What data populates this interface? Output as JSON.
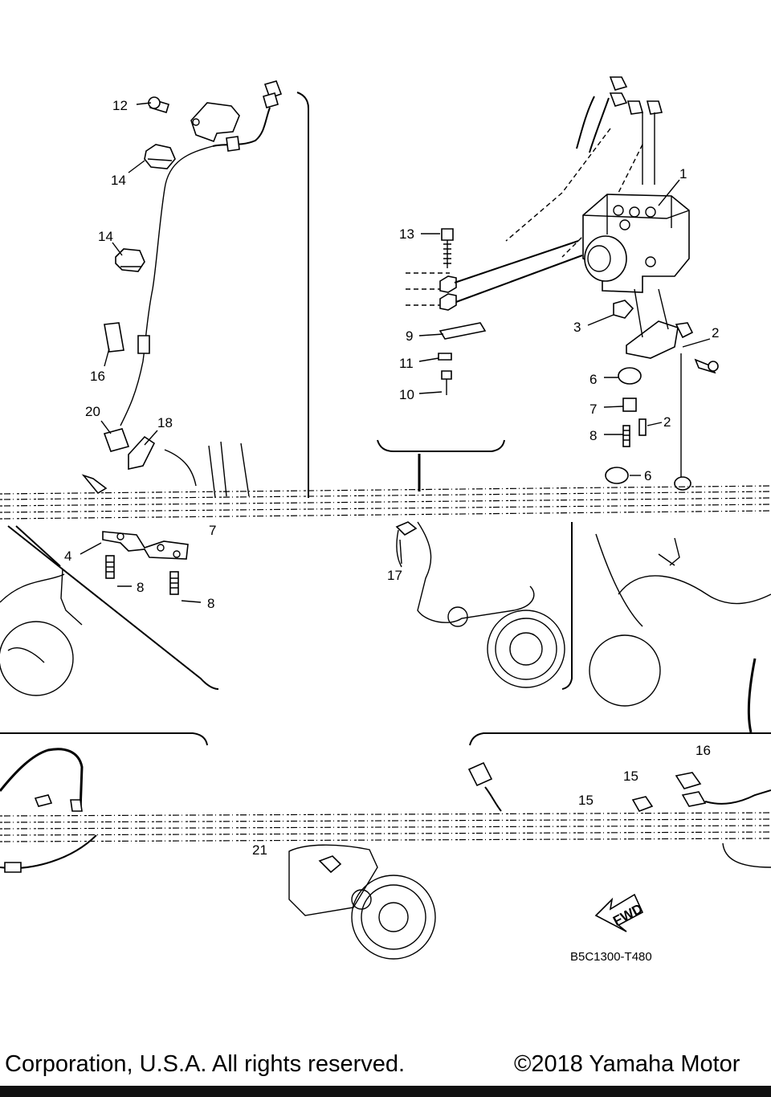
{
  "callouts": {
    "c1": "1",
    "c2a": "2",
    "c2b": "2",
    "c3": "3",
    "c4": "4",
    "c6a": "6",
    "c6b": "6",
    "c7a": "7",
    "c7b": "7",
    "c8a": "8",
    "c8b": "8",
    "c8c": "8",
    "c9": "9",
    "c10": "10",
    "c11": "11",
    "c12": "12",
    "c13": "13",
    "c14a": "14",
    "c14b": "14",
    "c15a": "15",
    "c15b": "15",
    "c16a": "16",
    "c16b": "16",
    "c17": "17",
    "c18": "18",
    "c20": "20",
    "c21": "21"
  },
  "arrow_label": "FWD",
  "diagram_code": "B5C1300-T480",
  "footer": {
    "left": "Corporation, U.S.A. All rights reserved.",
    "right": "©2018 Yamaha Motor"
  }
}
